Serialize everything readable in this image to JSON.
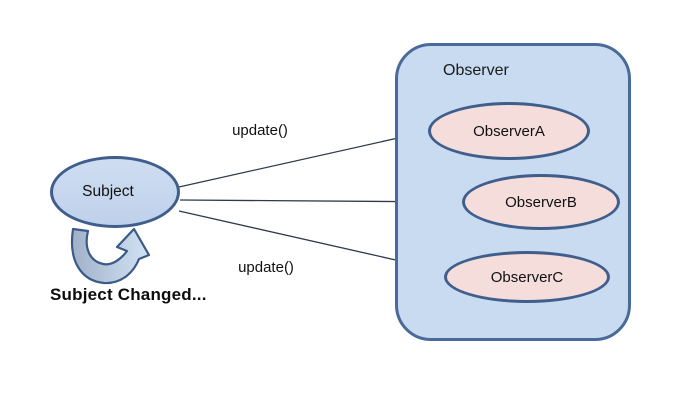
{
  "diagram": {
    "subject": {
      "label": "Subject"
    },
    "observer_container": {
      "label": "Observer"
    },
    "observers": [
      {
        "label": "ObserverA"
      },
      {
        "label": "ObserverB"
      },
      {
        "label": "ObserverC"
      }
    ],
    "edge_labels": {
      "top": "update()",
      "bottom": "update()"
    },
    "caption": "Subject Changed...",
    "colors": {
      "container_fill": "#c8dbf0",
      "container_border": "#4a6a9a",
      "subject_fill": "#c5d6ee",
      "observer_fill": "#f4dddb",
      "shape_border": "#3f5e8c",
      "connector": "#2f3b4c",
      "loop_gradient_start": "#9fb0c8",
      "loop_gradient_end": "#d3e2f3"
    }
  }
}
